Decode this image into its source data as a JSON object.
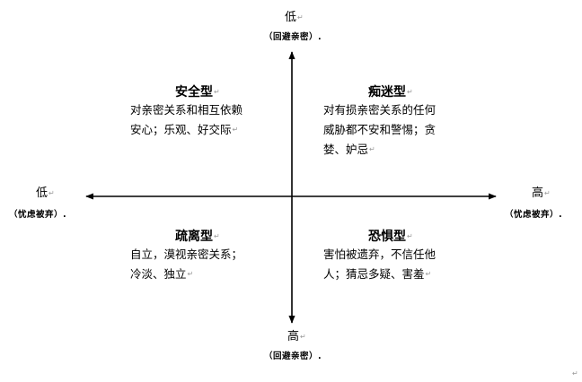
{
  "axes": {
    "top": {
      "label": "低",
      "sub": "（回避亲密）"
    },
    "bottom": {
      "label": "高",
      "sub": "（回避亲密）"
    },
    "left": {
      "label": "低",
      "sub": "（忧虑被弃）"
    },
    "right": {
      "label": "高",
      "sub": "（忧虑被弃）"
    }
  },
  "quadrants": {
    "secure": {
      "title": "安全型",
      "lines": [
        "对亲密关系和相互依赖",
        "安心；乐观、好交际"
      ]
    },
    "preoccupied": {
      "title": "痴迷型",
      "lines": [
        "对有损亲密关系的任何",
        "威胁都不安和警惕；贪",
        "婪、妒忌"
      ]
    },
    "dismissing": {
      "title": "疏离型",
      "lines": [
        "自立，漠视亲密关系；",
        "冷淡、独立"
      ]
    },
    "fearful": {
      "title": "恐惧型",
      "lines": [
        "害怕被遗弃，不信任他",
        "人；猜忌多疑、害羞"
      ]
    }
  },
  "paragraph_mark": "↵",
  "line_color": "#000000"
}
